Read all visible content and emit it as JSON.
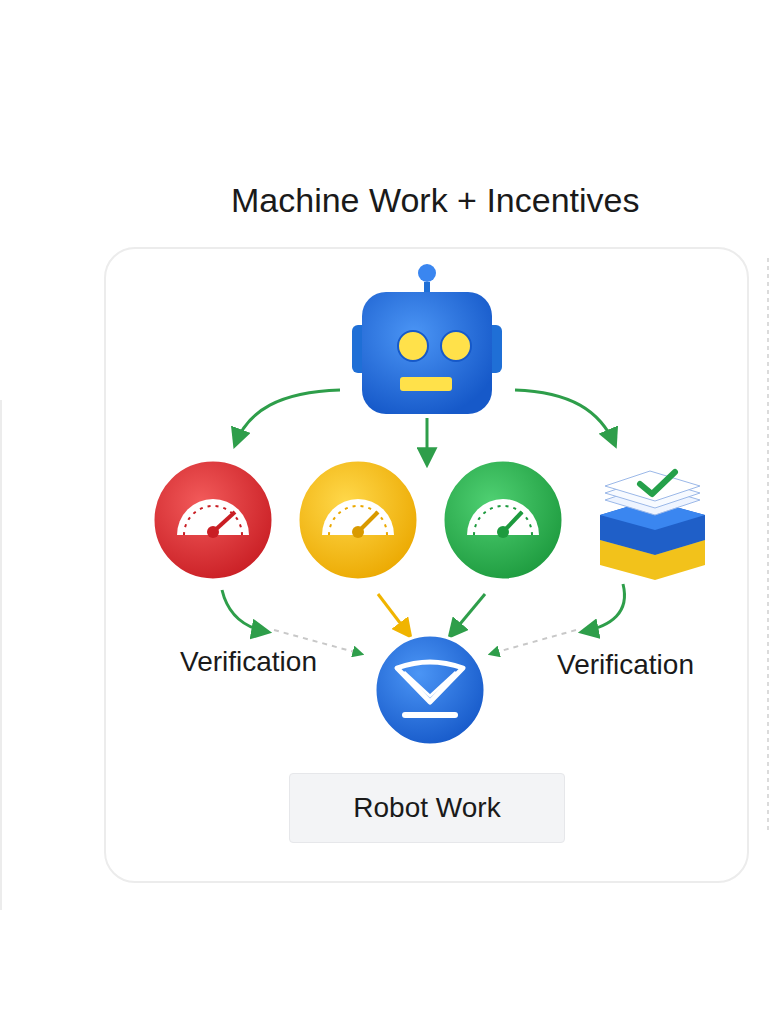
{
  "diagram": {
    "title": "Machine Work + Incentives",
    "nodes": [
      {
        "text": [
          "Robot Work"
        ]
      }
    ],
    "labels": [
      "Verification",
      "Verification"
    ]
  }
}
